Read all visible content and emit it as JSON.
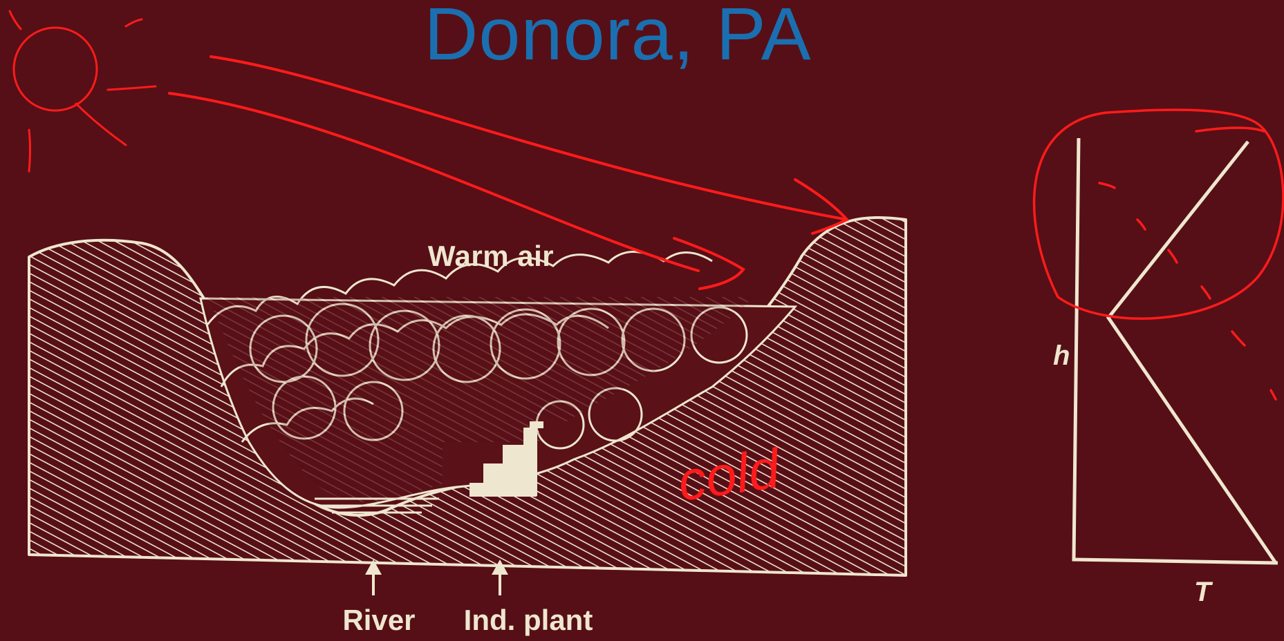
{
  "title": "Donora, PA",
  "labels": {
    "warm_air": "Warm air",
    "river": "River",
    "plant": "Ind. plant",
    "cold": "cold",
    "h_axis": "h",
    "t_axis": "T"
  },
  "icons": {
    "sun": "sun-icon",
    "arrow": "arrow-icon"
  },
  "colors": {
    "background": "#560f16",
    "drawing": "#efe6cf",
    "annotation": "#ff1b1b",
    "title": "#1a6fb0"
  }
}
